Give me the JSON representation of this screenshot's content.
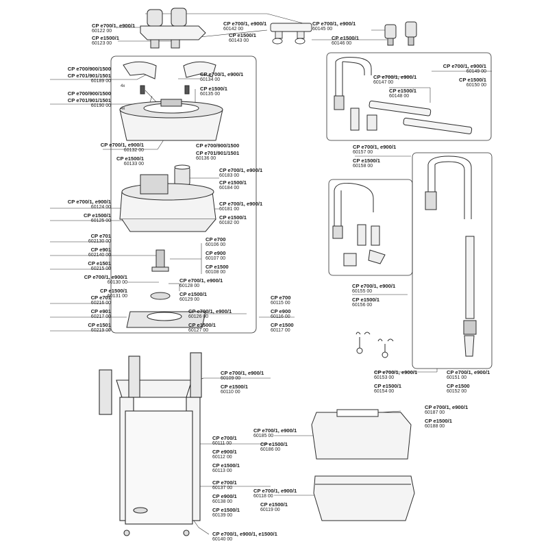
{
  "colors": {
    "line": "#2a2a2a",
    "fill": "#f4f4f4",
    "shade": "#bdbdbd",
    "dark": "#555555"
  },
  "labels": {
    "a1": {
      "title": "CP e700/1, e900/1",
      "code": "60122 00"
    },
    "a2": {
      "title": "CP e1500/1",
      "code": "60123 00"
    },
    "a3": {
      "title": "CP e700/1, e900/1",
      "code": "60142 00"
    },
    "a4": {
      "title": "CP e1500/1",
      "code": "60143 00"
    },
    "a5": {
      "title": "CP e700/1, e900/1",
      "code": "60145 00"
    },
    "a6": {
      "title": "CP e1500/1",
      "code": "60146 00"
    },
    "b1": {
      "title": "CP e700/900/1500",
      "code": ""
    },
    "b2": {
      "title": "CP e701/901/1501",
      "code": "60189 00"
    },
    "b3": {
      "title": "CP e700/900/1500",
      "code": ""
    },
    "b4": {
      "title": "CP e701/901/1501",
      "code": "60190 00"
    },
    "b5": {
      "title": "CP e700/1, e900/1",
      "code": "60134 00"
    },
    "b6": {
      "title": "CP e1500/1",
      "code": "60135 00"
    },
    "b7": {
      "title": "CP e700/1, e900/1",
      "code": "60132 00"
    },
    "b8": {
      "title": "CP e1500/1",
      "code": "60133 00"
    },
    "b9": {
      "title": "CP e700/900/1500",
      "code": ""
    },
    "b10": {
      "title": "CP e701/901/1501",
      "code": "60136 00"
    },
    "b11": {
      "title": "CP e700/1, e900/1",
      "code": "60183 00"
    },
    "b12": {
      "title": "CP e1500/1",
      "code": "60184 00"
    },
    "b13": {
      "title": "CP e700/1, e900/1",
      "code": "60124 00"
    },
    "b14": {
      "title": "CP e1500/1",
      "code": "60125 00"
    },
    "b15": {
      "title": "CP e700/1, e900/1",
      "code": "60181 00"
    },
    "b16": {
      "title": "CP e1500/1",
      "code": "60182 00"
    },
    "b17": {
      "title": "CP e701",
      "code": "602130 00"
    },
    "b18": {
      "title": "CP e901",
      "code": "602140 00"
    },
    "b19": {
      "title": "CP e1501",
      "code": "60215 00"
    },
    "b20": {
      "title": "CP e700",
      "code": "60106 00"
    },
    "b21": {
      "title": "CP e900",
      "code": "60107 00"
    },
    "b22": {
      "title": "CP e1500",
      "code": "60108 00"
    },
    "b23": {
      "title": "CP e700/1, e900/1",
      "code": "60130 00"
    },
    "b24": {
      "title": "CP e1500/1",
      "code": "60131 00"
    },
    "b25": {
      "title": "CP e700/1, e900/1",
      "code": "60128 00"
    },
    "b26": {
      "title": "CP e1500/1",
      "code": "60129 00"
    },
    "b27": {
      "title": "CP e701",
      "code": "60216 00"
    },
    "b28": {
      "title": "CP e901",
      "code": "60217 00"
    },
    "b29": {
      "title": "CP e1501",
      "code": "60219 00"
    },
    "b30": {
      "title": "CP e700/1, e900/1",
      "code": "60126 00"
    },
    "b31": {
      "title": "CP e1500/1",
      "code": "60127 00"
    },
    "b32": {
      "title": "CP e700",
      "code": "60115 00"
    },
    "b33": {
      "title": "CP e900",
      "code": "60116 00"
    },
    "b34": {
      "title": "CP e1500",
      "code": "60117 00"
    },
    "c1": {
      "title": "CP e700/1, e900/1",
      "code": "60149 00"
    },
    "c2": {
      "title": "CP e1500/1",
      "code": "60150 00"
    },
    "c3": {
      "title": "CP e700/1, e900/1",
      "code": "60147 00"
    },
    "c4": {
      "title": "CP e1500/1",
      "code": "60148 00"
    },
    "c5": {
      "title": "CP e700/1, e900/1",
      "code": "60157 00"
    },
    "c6": {
      "title": "CP e1500/1",
      "code": "60158 00"
    },
    "c7": {
      "title": "CP e700/1, e900/1",
      "code": "60155 00"
    },
    "c8": {
      "title": "CP e1500/1",
      "code": "60156 00"
    },
    "c9": {
      "title": "CP e700/1, e900/1",
      "code": "60153 00"
    },
    "c10": {
      "title": "CP e1500/1",
      "code": "60154 00"
    },
    "c11": {
      "title": "CP e700/1, e900/1",
      "code": "60151 00"
    },
    "c12": {
      "title": "CP e1500",
      "code": "60152 00"
    },
    "d1": {
      "title": "CP e700/1, e900/1",
      "code": "60109 00"
    },
    "d2": {
      "title": "CP e1500/1",
      "code": "60110 00"
    },
    "d3": {
      "title": "CP e700/1",
      "code": "60111 00"
    },
    "d4": {
      "title": "CP e900/1",
      "code": "60112 00"
    },
    "d5": {
      "title": "CP e1500/1",
      "code": "60113 00"
    },
    "d6": {
      "title": "CP e700/1",
      "code": "60137 00"
    },
    "d7": {
      "title": "CP e900/1",
      "code": "60138 00"
    },
    "d8": {
      "title": "CP e1500/1",
      "code": "60139 00"
    },
    "d9": {
      "title": "CP e700/1, e900/1, e1500/1",
      "code": "60140 00"
    },
    "e1": {
      "title": "CP e700/1, e900/1",
      "code": "60187 00"
    },
    "e2": {
      "title": "CP e1500/1",
      "code": "60188 00"
    },
    "e3": {
      "title": "CP e700/1, e900/1",
      "code": "60185 00"
    },
    "e4": {
      "title": "CP e1500/1",
      "code": "60186 00"
    },
    "e5": {
      "title": "CP e700/1, e900/1",
      "code": "60118 00"
    },
    "e6": {
      "title": "CP e1500/1",
      "code": "60119 00"
    }
  },
  "qty": {
    "q1": "4x",
    "q2": "4x"
  }
}
